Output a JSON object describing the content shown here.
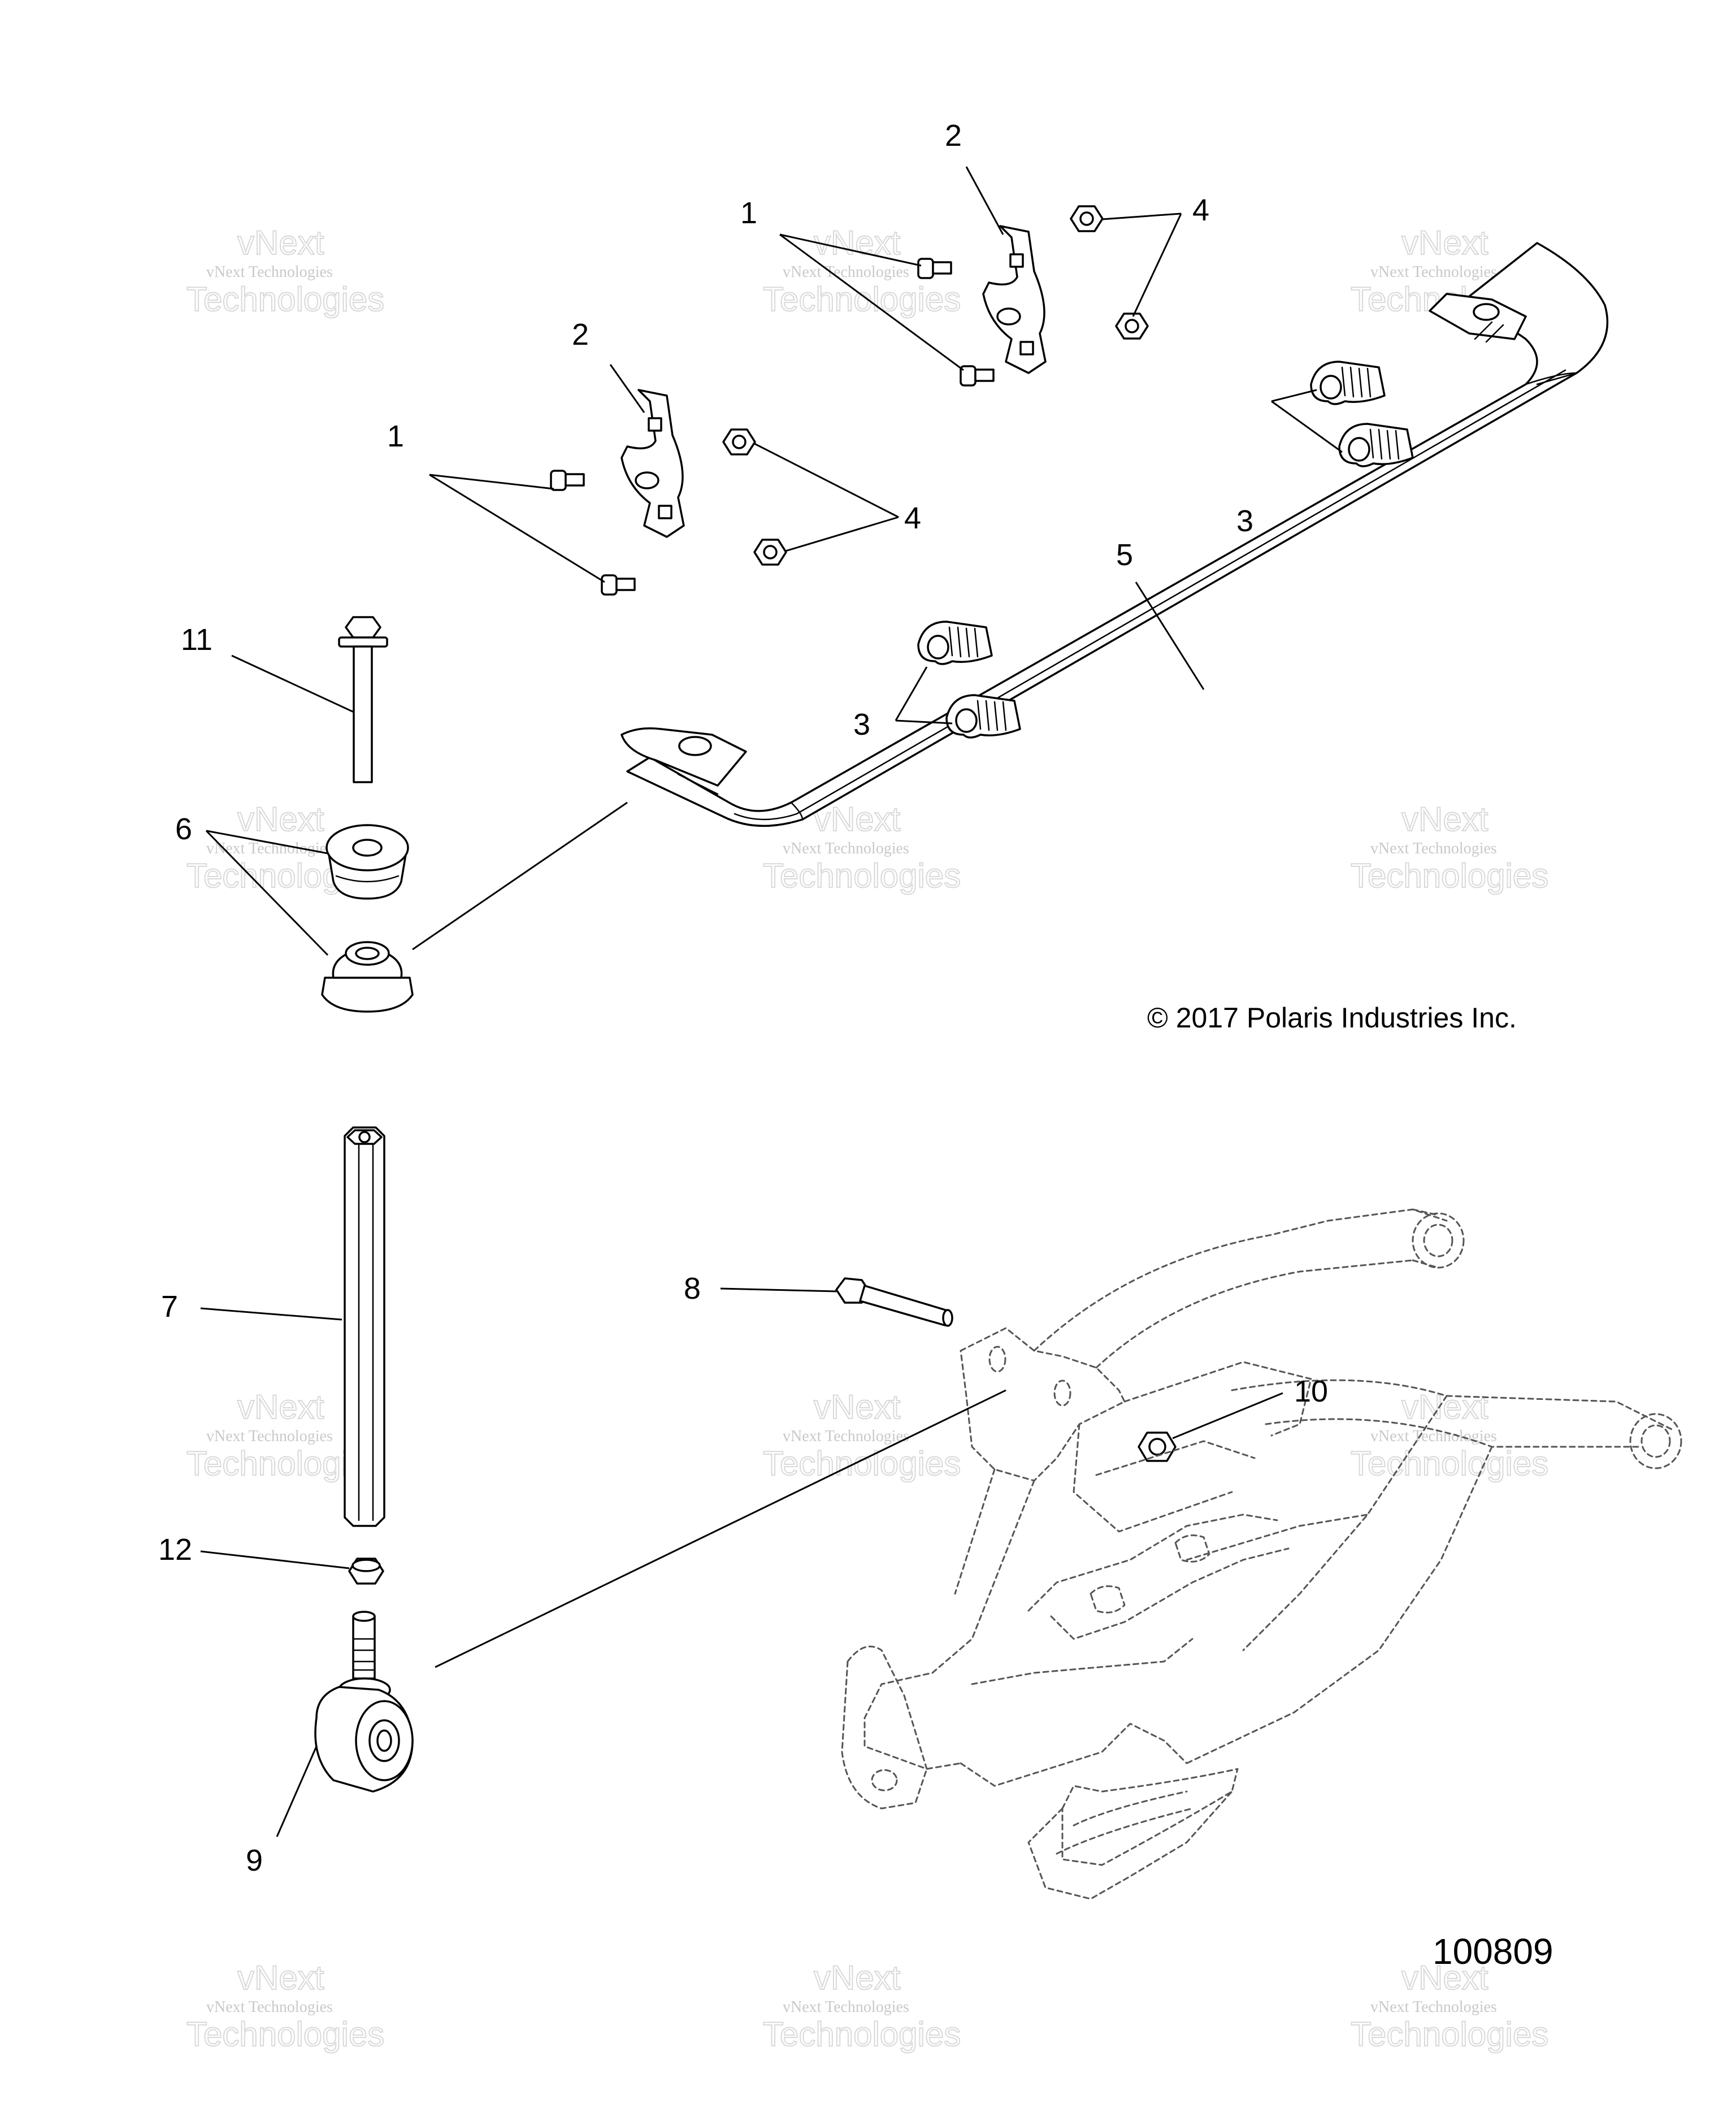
{
  "diagram": {
    "copyright": "© 2017 Polaris Industries Inc.",
    "reference_number": "100809",
    "watermark": {
      "line1": "vNext",
      "line2": "vNext Technologies",
      "line3": "Technologies"
    },
    "callouts": {
      "c1a": "1",
      "c1b": "1",
      "c2a": "2",
      "c2b": "2",
      "c3a": "3",
      "c3b": "3",
      "c4a": "4",
      "c4b": "4",
      "c5": "5",
      "c6": "6",
      "c7": "7",
      "c8": "8",
      "c9": "9",
      "c10": "10",
      "c11": "11",
      "c12": "12"
    }
  }
}
